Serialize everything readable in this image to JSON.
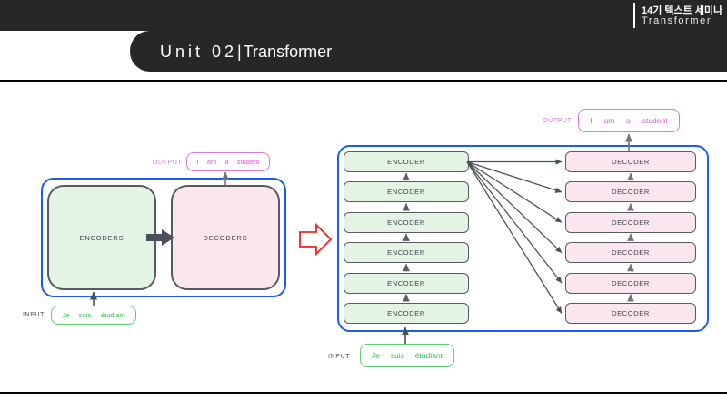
{
  "header": {
    "seminar_line1": "14기 텍스트 세미나",
    "seminar_line2": "Transformer",
    "title_unit": "Unit 02",
    "title_sep": "|",
    "title_topic": "Transformer"
  },
  "colors": {
    "dark_band": "#272727",
    "blue_frame": "#1a5cf0",
    "encoder_fill": "#e3f4e4",
    "decoder_fill": "#fbe6f0",
    "node_border": "#565b60",
    "green_token": "#2fbd4f",
    "pink_token": "#e055d8",
    "red_arrow": "#ee2222",
    "arrow_dark": "#4a5057"
  },
  "left_diagram": {
    "output_label": "OUTPUT",
    "output_tokens": [
      "I",
      "am",
      "a",
      "student"
    ],
    "input_label": "INPUT",
    "input_tokens": [
      "Je",
      "suis",
      "étudiant"
    ],
    "encoders_label": "ENCODERS",
    "decoders_label": "DECODERS"
  },
  "transition": {
    "icon": "right-block-arrow"
  },
  "right_diagram": {
    "output_label": "OUTPUT",
    "output_tokens": [
      "I",
      "am",
      "a",
      "student"
    ],
    "input_label": "INPUT",
    "input_tokens": [
      "Je",
      "suis",
      "étudiant"
    ],
    "encoder_label": "ENCODER",
    "decoder_label": "DECODER",
    "encoder_count": 6,
    "decoder_count": 6,
    "encoders": [
      "ENCODER",
      "ENCODER",
      "ENCODER",
      "ENCODER",
      "ENCODER",
      "ENCODER"
    ],
    "decoders": [
      "DECODER",
      "DECODER",
      "DECODER",
      "DECODER",
      "DECODER",
      "DECODER"
    ]
  }
}
